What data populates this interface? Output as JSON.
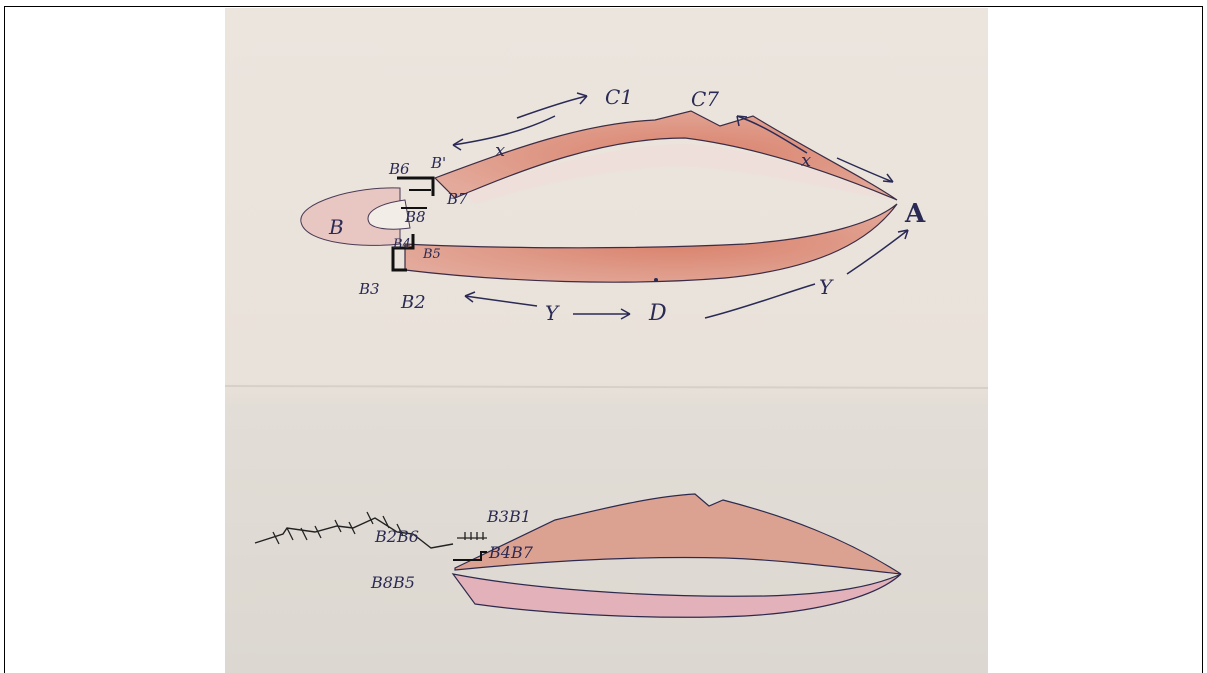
{
  "top_sketch": {
    "labels": {
      "B": "B",
      "A": "A",
      "C1": "C1",
      "C7": "C7",
      "D": "D",
      "B1": "B'",
      "B2": "B2",
      "B3": "B3",
      "B4": "B4",
      "B5": "B5",
      "B6": "B6",
      "B7": "B7",
      "B8": "B8",
      "x_left": "x",
      "x_right": "x",
      "y_left": "Y",
      "y_right": "Y"
    }
  },
  "bottom_sketch": {
    "labels": {
      "b2b6": "B2B6",
      "b3b1": "B3B1",
      "b4b7": "B4B7",
      "b8b5": "B8B5"
    }
  },
  "colors": {
    "paper_top": "#ebe4dc",
    "paper_bottom": "#e0dcd5",
    "band_fill": "#d9836f",
    "band_fill_light": "#e7b3a7",
    "ink": "#2a2a55"
  }
}
